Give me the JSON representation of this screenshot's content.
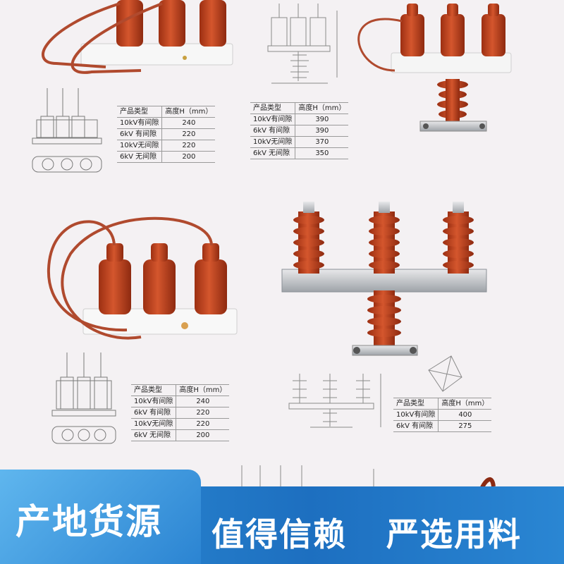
{
  "tables": [
    {
      "header": [
        "产品类型",
        "高度H（mm）"
      ],
      "rows": [
        [
          "10kV有间隙",
          "240"
        ],
        [
          "6kV 有间隙",
          "220"
        ],
        [
          "10kV无间隙",
          "220"
        ],
        [
          "6kV 无间隙",
          "200"
        ]
      ]
    },
    {
      "header": [
        "产品类型",
        "高度H（mm）"
      ],
      "rows": [
        [
          "10kV有间隙",
          "390"
        ],
        [
          "6kV 有间隙",
          "390"
        ],
        [
          "10kV无间隙",
          "370"
        ],
        [
          "6kV 无间隙",
          "350"
        ]
      ]
    },
    {
      "header": [
        "产品类型",
        "高度H（mm）"
      ],
      "rows": [
        [
          "10kV有间隙",
          "240"
        ],
        [
          "6kV 有间隙",
          "220"
        ],
        [
          "10kV无间隙",
          "220"
        ],
        [
          "6kV 无间隙",
          "200"
        ]
      ]
    },
    {
      "header": [
        "产品类型",
        "高度H（mm）"
      ],
      "rows": [
        [
          "10kV有间隙",
          "400"
        ],
        [
          "6kV 有间隙",
          "275"
        ]
      ]
    }
  ],
  "banner": {
    "badge_text": "产地货源",
    "slogan_1": "值得信赖",
    "slogan_2": "严选用料"
  },
  "colors": {
    "arrester_orange": "#c0431f",
    "banner_blue": "#1d6fc0",
    "badge_blue": "#4aa6e6"
  }
}
